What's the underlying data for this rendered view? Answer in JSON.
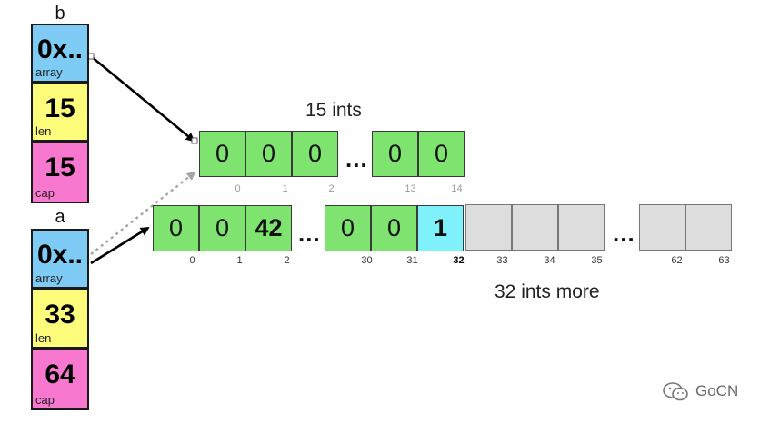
{
  "slice_b": {
    "name": "b",
    "array": {
      "value": "0x..",
      "label": "array",
      "color": "#7ecbf5"
    },
    "len": {
      "value": "15",
      "label": "len",
      "color": "#fdfc7b"
    },
    "cap": {
      "value": "15",
      "label": "cap",
      "color": "#f878cf"
    }
  },
  "slice_a": {
    "name": "a",
    "array": {
      "value": "0x..",
      "label": "array",
      "color": "#7ecbf5"
    },
    "len": {
      "value": "33",
      "label": "len",
      "color": "#fdfc7b"
    },
    "cap": {
      "value": "64",
      "label": "cap",
      "color": "#f878cf"
    }
  },
  "array_top": {
    "label": "15 ints",
    "ellipsis": "...",
    "cells": [
      {
        "value": "0",
        "index": "0"
      },
      {
        "value": "0",
        "index": "1"
      },
      {
        "value": "0",
        "index": "2"
      },
      {
        "value": "0",
        "index": "13"
      },
      {
        "value": "0",
        "index": "14"
      }
    ]
  },
  "array_bottom": {
    "label": "32 ints more",
    "ellipsis": "...",
    "cells": [
      {
        "value": "0",
        "index": "0"
      },
      {
        "value": "0",
        "index": "1"
      },
      {
        "value": "42",
        "index": "2"
      },
      {
        "value": "0",
        "index": "30"
      },
      {
        "value": "0",
        "index": "31"
      },
      {
        "value": "1",
        "index": "32"
      },
      {
        "value": "",
        "index": "33"
      },
      {
        "value": "",
        "index": "34"
      },
      {
        "value": "",
        "index": "35"
      },
      {
        "value": "",
        "index": "62"
      },
      {
        "value": "",
        "index": "63"
      }
    ]
  },
  "watermark": "GoCN"
}
